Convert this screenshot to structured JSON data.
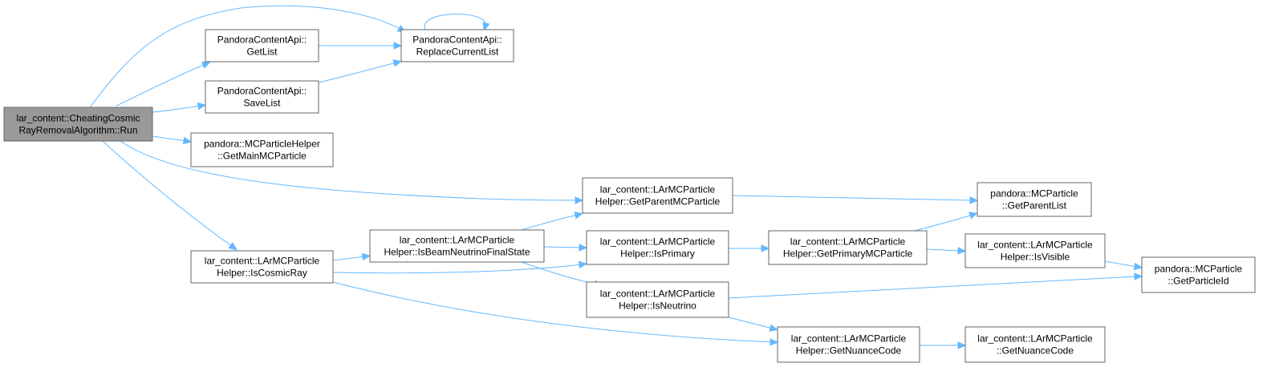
{
  "graph": {
    "colors": {
      "edge": "#63b8ff",
      "node_border": "#666666",
      "root_fill": "#999999",
      "node_fill": "#ffffff"
    },
    "nodes": [
      {
        "id": "run",
        "lines": [
          "lar_content::CheatingCosmic",
          "RayRemovalAlgorithm::Run"
        ],
        "root": true
      },
      {
        "id": "getlist",
        "lines": [
          "PandoraContentApi::",
          "GetList"
        ]
      },
      {
        "id": "replace",
        "lines": [
          "PandoraContentApi::",
          "ReplaceCurrentList"
        ]
      },
      {
        "id": "savelist",
        "lines": [
          "PandoraContentApi::",
          "SaveList"
        ]
      },
      {
        "id": "getmainmc",
        "lines": [
          "pandora::MCParticleHelper",
          "::GetMainMCParticle"
        ]
      },
      {
        "id": "getparentmc",
        "lines": [
          "lar_content::LArMCParticle",
          "Helper::GetParentMCParticle"
        ]
      },
      {
        "id": "getparentlist",
        "lines": [
          "pandora::MCParticle",
          "::GetParentList"
        ]
      },
      {
        "id": "iscosmic",
        "lines": [
          "lar_content::LArMCParticle",
          "Helper::IsCosmicRay"
        ]
      },
      {
        "id": "isbeamnu",
        "lines": [
          "lar_content::LArMCParticle",
          "Helper::IsBeamNeutrinoFinalState"
        ]
      },
      {
        "id": "isprimary",
        "lines": [
          "lar_content::LArMCParticle",
          "Helper::IsPrimary"
        ]
      },
      {
        "id": "getprimarymc",
        "lines": [
          "lar_content::LArMCParticle",
          "Helper::GetPrimaryMCParticle"
        ]
      },
      {
        "id": "isvisible",
        "lines": [
          "lar_content::LArMCParticle",
          "Helper::IsVisible"
        ]
      },
      {
        "id": "getparticleid",
        "lines": [
          "pandora::MCParticle",
          "::GetParticleId"
        ]
      },
      {
        "id": "isneutrino",
        "lines": [
          "lar_content::LArMCParticle",
          "Helper::IsNeutrino"
        ]
      },
      {
        "id": "getnuance_h",
        "lines": [
          "lar_content::LArMCParticle",
          "Helper::GetNuanceCode"
        ]
      },
      {
        "id": "getnuance_p",
        "lines": [
          "lar_content::LArMCParticle",
          "::GetNuanceCode"
        ]
      }
    ],
    "edges": [
      [
        "run",
        "replace"
      ],
      [
        "run",
        "getlist"
      ],
      [
        "run",
        "savelist"
      ],
      [
        "run",
        "getmainmc"
      ],
      [
        "run",
        "getparentmc"
      ],
      [
        "run",
        "iscosmic"
      ],
      [
        "getlist",
        "replace"
      ],
      [
        "replace",
        "replace"
      ],
      [
        "savelist",
        "replace"
      ],
      [
        "getparentmc",
        "getparentlist"
      ],
      [
        "iscosmic",
        "isbeamnu"
      ],
      [
        "iscosmic",
        "isprimary"
      ],
      [
        "iscosmic",
        "getnuance_h"
      ],
      [
        "isbeamnu",
        "getparentmc"
      ],
      [
        "isbeamnu",
        "isprimary"
      ],
      [
        "isbeamnu",
        "isneutrino"
      ],
      [
        "isprimary",
        "getprimarymc"
      ],
      [
        "getprimarymc",
        "getparentlist"
      ],
      [
        "getprimarymc",
        "isvisible"
      ],
      [
        "isvisible",
        "getparticleid"
      ],
      [
        "isneutrino",
        "getparticleid"
      ],
      [
        "isneutrino",
        "getnuance_h"
      ],
      [
        "getnuance_h",
        "getnuance_p"
      ]
    ]
  }
}
